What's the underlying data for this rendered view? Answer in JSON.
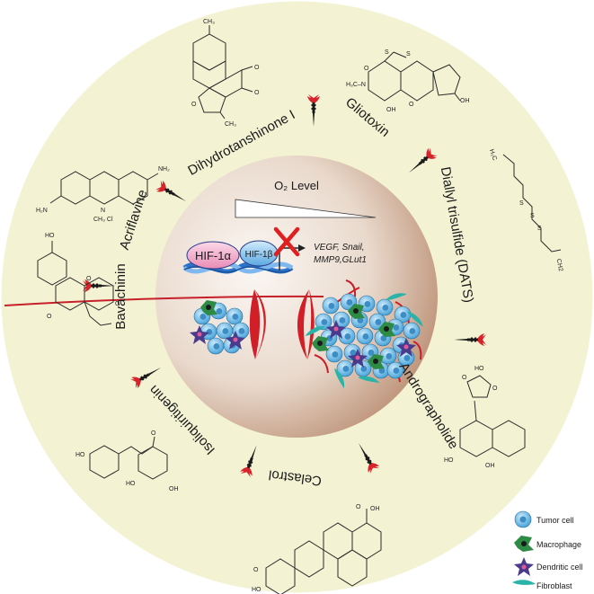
{
  "center": {
    "o2_label": "O₂ Level",
    "hif1a": "HIF-1α",
    "hif1b": "HIF-1β",
    "targets_line1": "VEGF, Snail,",
    "targets_line2": "MMP9,GLut1"
  },
  "compounds": [
    {
      "id": "dihydrotanshinone",
      "label": "Dihydrotanshinone I"
    },
    {
      "id": "gliotoxin",
      "label": "Gliotoxin"
    },
    {
      "id": "dats",
      "label": "Diallyl trisulfide (DATS)"
    },
    {
      "id": "andrographolide",
      "label": "Andrographolide"
    },
    {
      "id": "celastrol",
      "label": "Celastrol"
    },
    {
      "id": "isoliquiritigenin",
      "label": "Isoliquiritigenin"
    },
    {
      "id": "bavachinin",
      "label": "Bavachinin"
    },
    {
      "id": "acriflavine",
      "label": "Acriflavine"
    }
  ],
  "legend": [
    {
      "label": "Tumor cell",
      "icon": "tumor-cell-icon"
    },
    {
      "label": "Macrophage",
      "icon": "macrophage-icon"
    },
    {
      "label": "Dendritic cell",
      "icon": "dendritic-cell-icon"
    },
    {
      "label": "Fibroblast",
      "icon": "fibroblast-icon"
    }
  ],
  "chem_labels": {
    "dihydrotanshinone": [
      "CH₃",
      "O",
      "O",
      "O",
      "CH₃"
    ],
    "gliotoxin": [
      "S",
      "S",
      "H₃C–N",
      "OH",
      "OH",
      "O",
      "O"
    ],
    "dats": [
      "H₂C",
      "S",
      "S",
      "S",
      "CH2"
    ],
    "andrographolide": [
      "O",
      "O",
      "HO",
      "OH",
      "HO"
    ],
    "celastrol": [
      "O",
      "OH",
      "O",
      "HO"
    ],
    "isoliquiritigenin": [
      "HO",
      "O",
      "HO",
      "OH"
    ],
    "bavachinin": [
      "HO",
      "O",
      "O",
      "O"
    ],
    "acriflavine": [
      "NH₂",
      "N",
      "CH₃ Cl",
      "H₂N"
    ]
  },
  "colors": {
    "outer_ring": "#f3f3d4",
    "inner_disc_light": "#f8f1ec",
    "inner_disc_dark": "#b58568",
    "dart_red": "#d8232a",
    "tumor_cell": "#5ab4e5",
    "macrophage": "#2e8b45",
    "dendritic": "#4a3a8c",
    "fibroblast": "#2ab3a8",
    "hif1a": "#f4b6d3",
    "hif1b": "#8fc8ef",
    "dna_blue": "#2c73c9"
  }
}
